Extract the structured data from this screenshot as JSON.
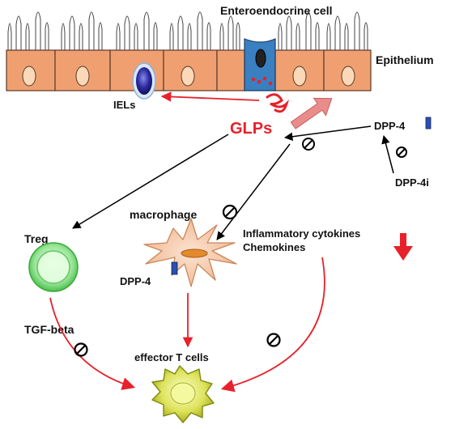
{
  "labels": {
    "enteroendocrine_cell": "Enteroendocrine cell",
    "epithelium": "Epithelium",
    "iels": "IELs",
    "glps": "GLPs",
    "dpp4_top": "DPP-4",
    "dpp4i": "DPP-4i",
    "treg": "Treg",
    "macrophage": "macrophage",
    "inflammatory_cytokines": "Inflammatory cytokines",
    "chemokines": "Chemokines",
    "dpp4_macrophage": "DPP-4",
    "tgf_beta": "TGF-beta",
    "effector_t_cells": "effector T cells"
  },
  "colors": {
    "epithelial_cell_fill": "#f0a070",
    "enteroendocrine_fill": "#3a7fc0",
    "glps_text": "#e8202a",
    "red_arrow": "#e8202a",
    "pink_arrow": "#e88c8c",
    "treg_fill": "#8ee08e",
    "effector_fill": "#c8d43c",
    "macrophage_fill": "#f6c8a8",
    "dpp4_marker": "#2c4fb0",
    "iel_fill": "#2a2aa0"
  },
  "icons": {
    "inhibition_symbol": "prohibited-circle-icon",
    "downregulation": "red-down-arrow-icon"
  }
}
